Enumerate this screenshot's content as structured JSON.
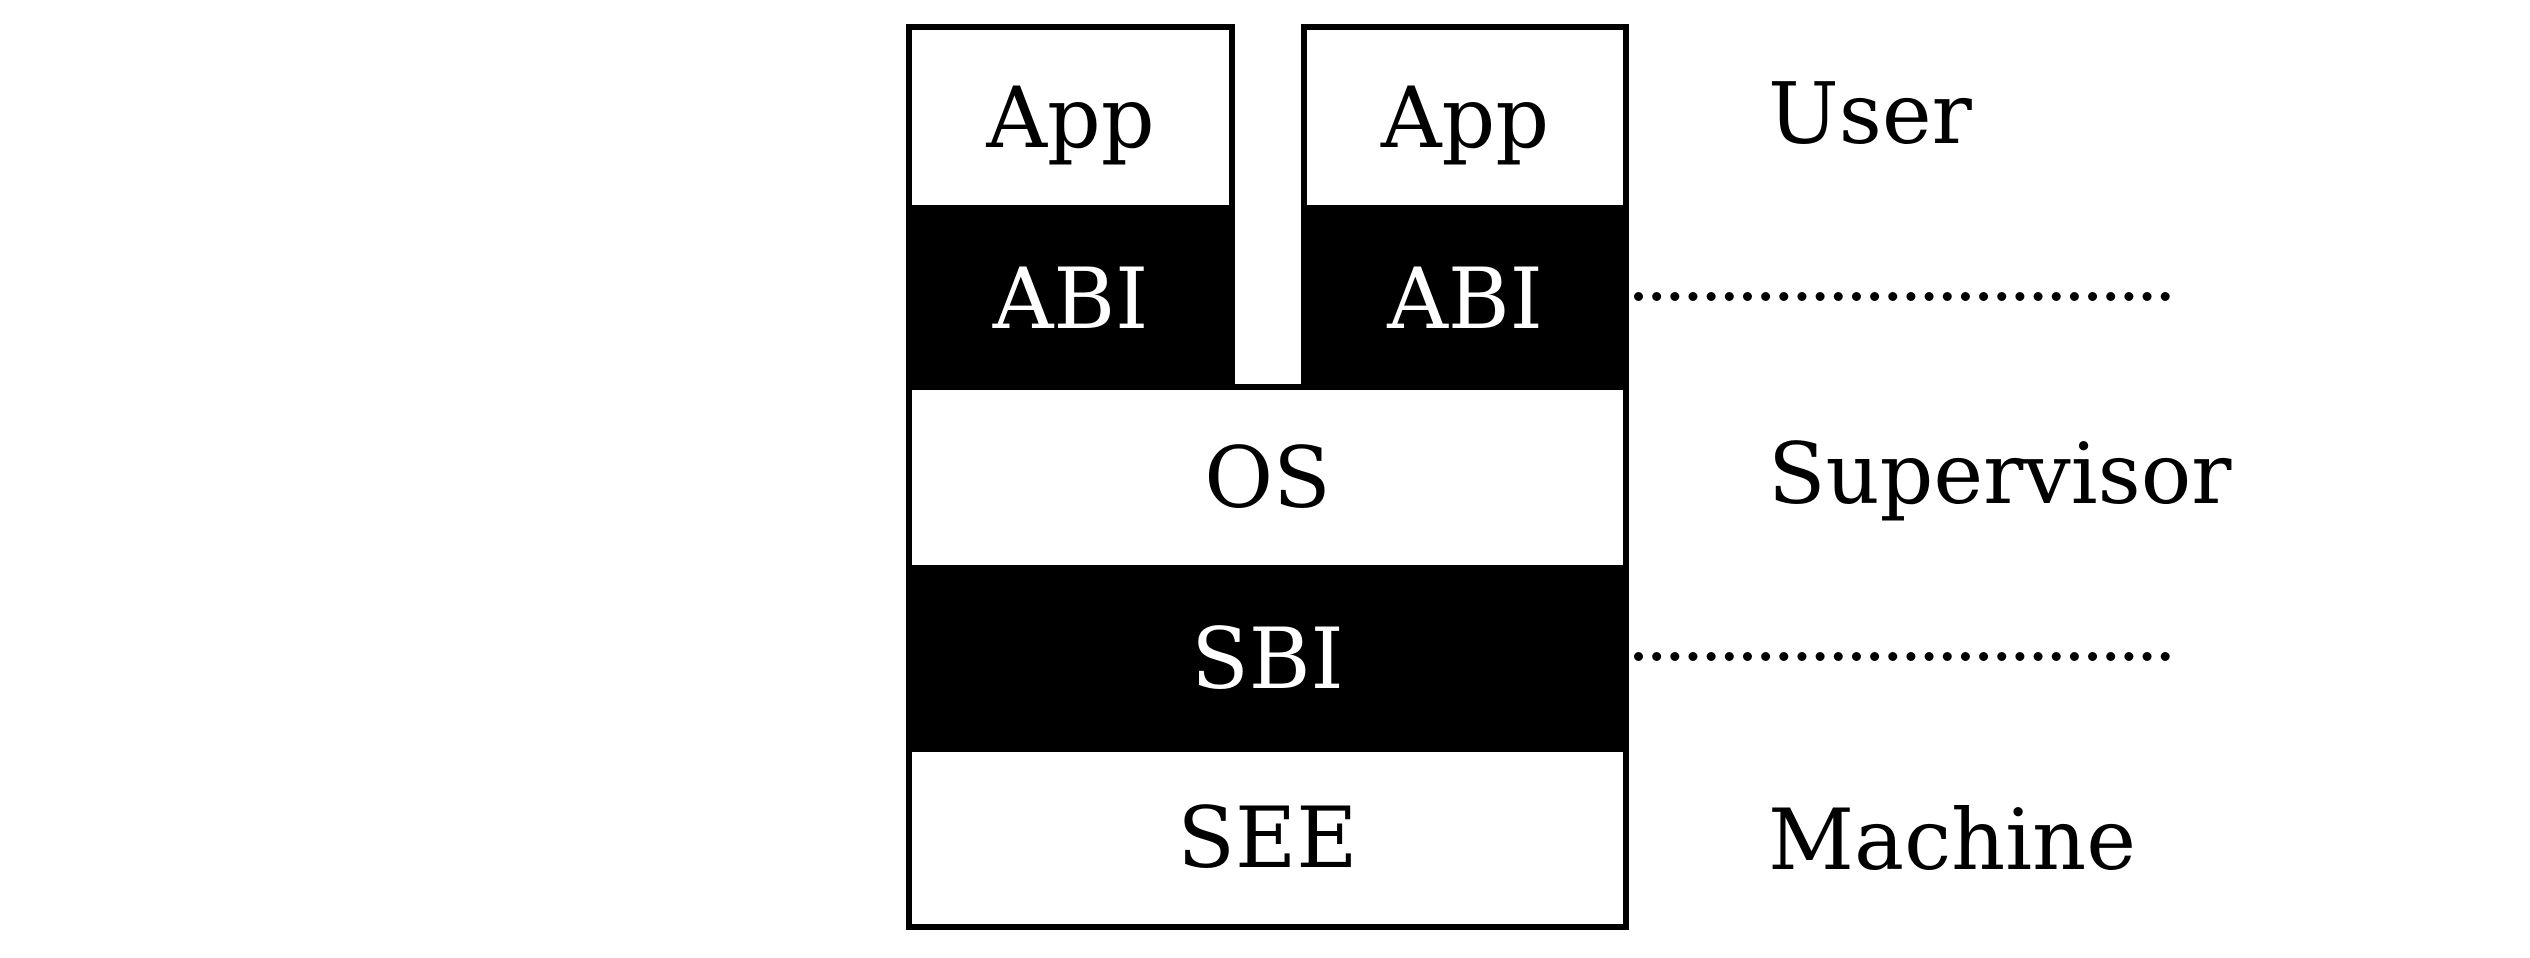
{
  "diagram": {
    "stack": {
      "app_left": "App",
      "app_right": "App",
      "abi_left": "ABI",
      "abi_right": "ABI",
      "os": "OS",
      "sbi": "SBI",
      "see": "SEE"
    },
    "levels": {
      "user": "User",
      "supervisor": "Supervisor",
      "machine": "Machine"
    },
    "colors": {
      "dark_layer_fill": "#000000",
      "dark_layer_text": "#ffffff",
      "light_layer_fill": "#ffffff",
      "light_layer_text": "#000000"
    }
  }
}
